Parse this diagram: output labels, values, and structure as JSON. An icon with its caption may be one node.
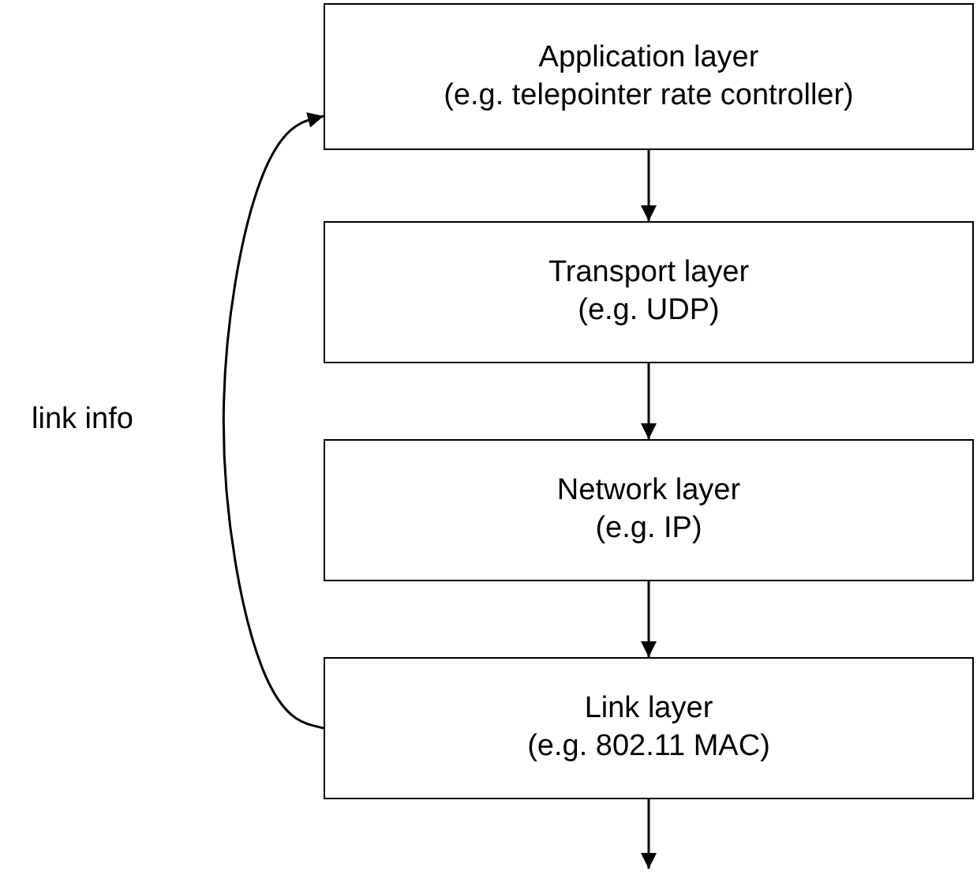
{
  "diagram": {
    "nodes": [
      {
        "text": [
          "Application layer",
          "(e.g. telepointer rate controller)"
        ]
      },
      {
        "text": [
          "Transport layer",
          "(e.g. UDP)"
        ]
      },
      {
        "text": [
          "Network layer",
          "(e.g. IP)"
        ]
      },
      {
        "text": [
          "Link layer",
          "(e.g. 802.11 MAC)"
        ]
      }
    ],
    "edges": [
      {
        "from": 0,
        "to": 1,
        "arrow": "to"
      },
      {
        "from": 1,
        "to": 2,
        "arrow": "to"
      },
      {
        "from": 2,
        "to": 3,
        "arrow": "to"
      },
      {
        "from": 3,
        "to": null,
        "arrow": "to"
      },
      {
        "from": 3,
        "to": 0,
        "arrow": "to",
        "label": "link info"
      }
    ]
  }
}
